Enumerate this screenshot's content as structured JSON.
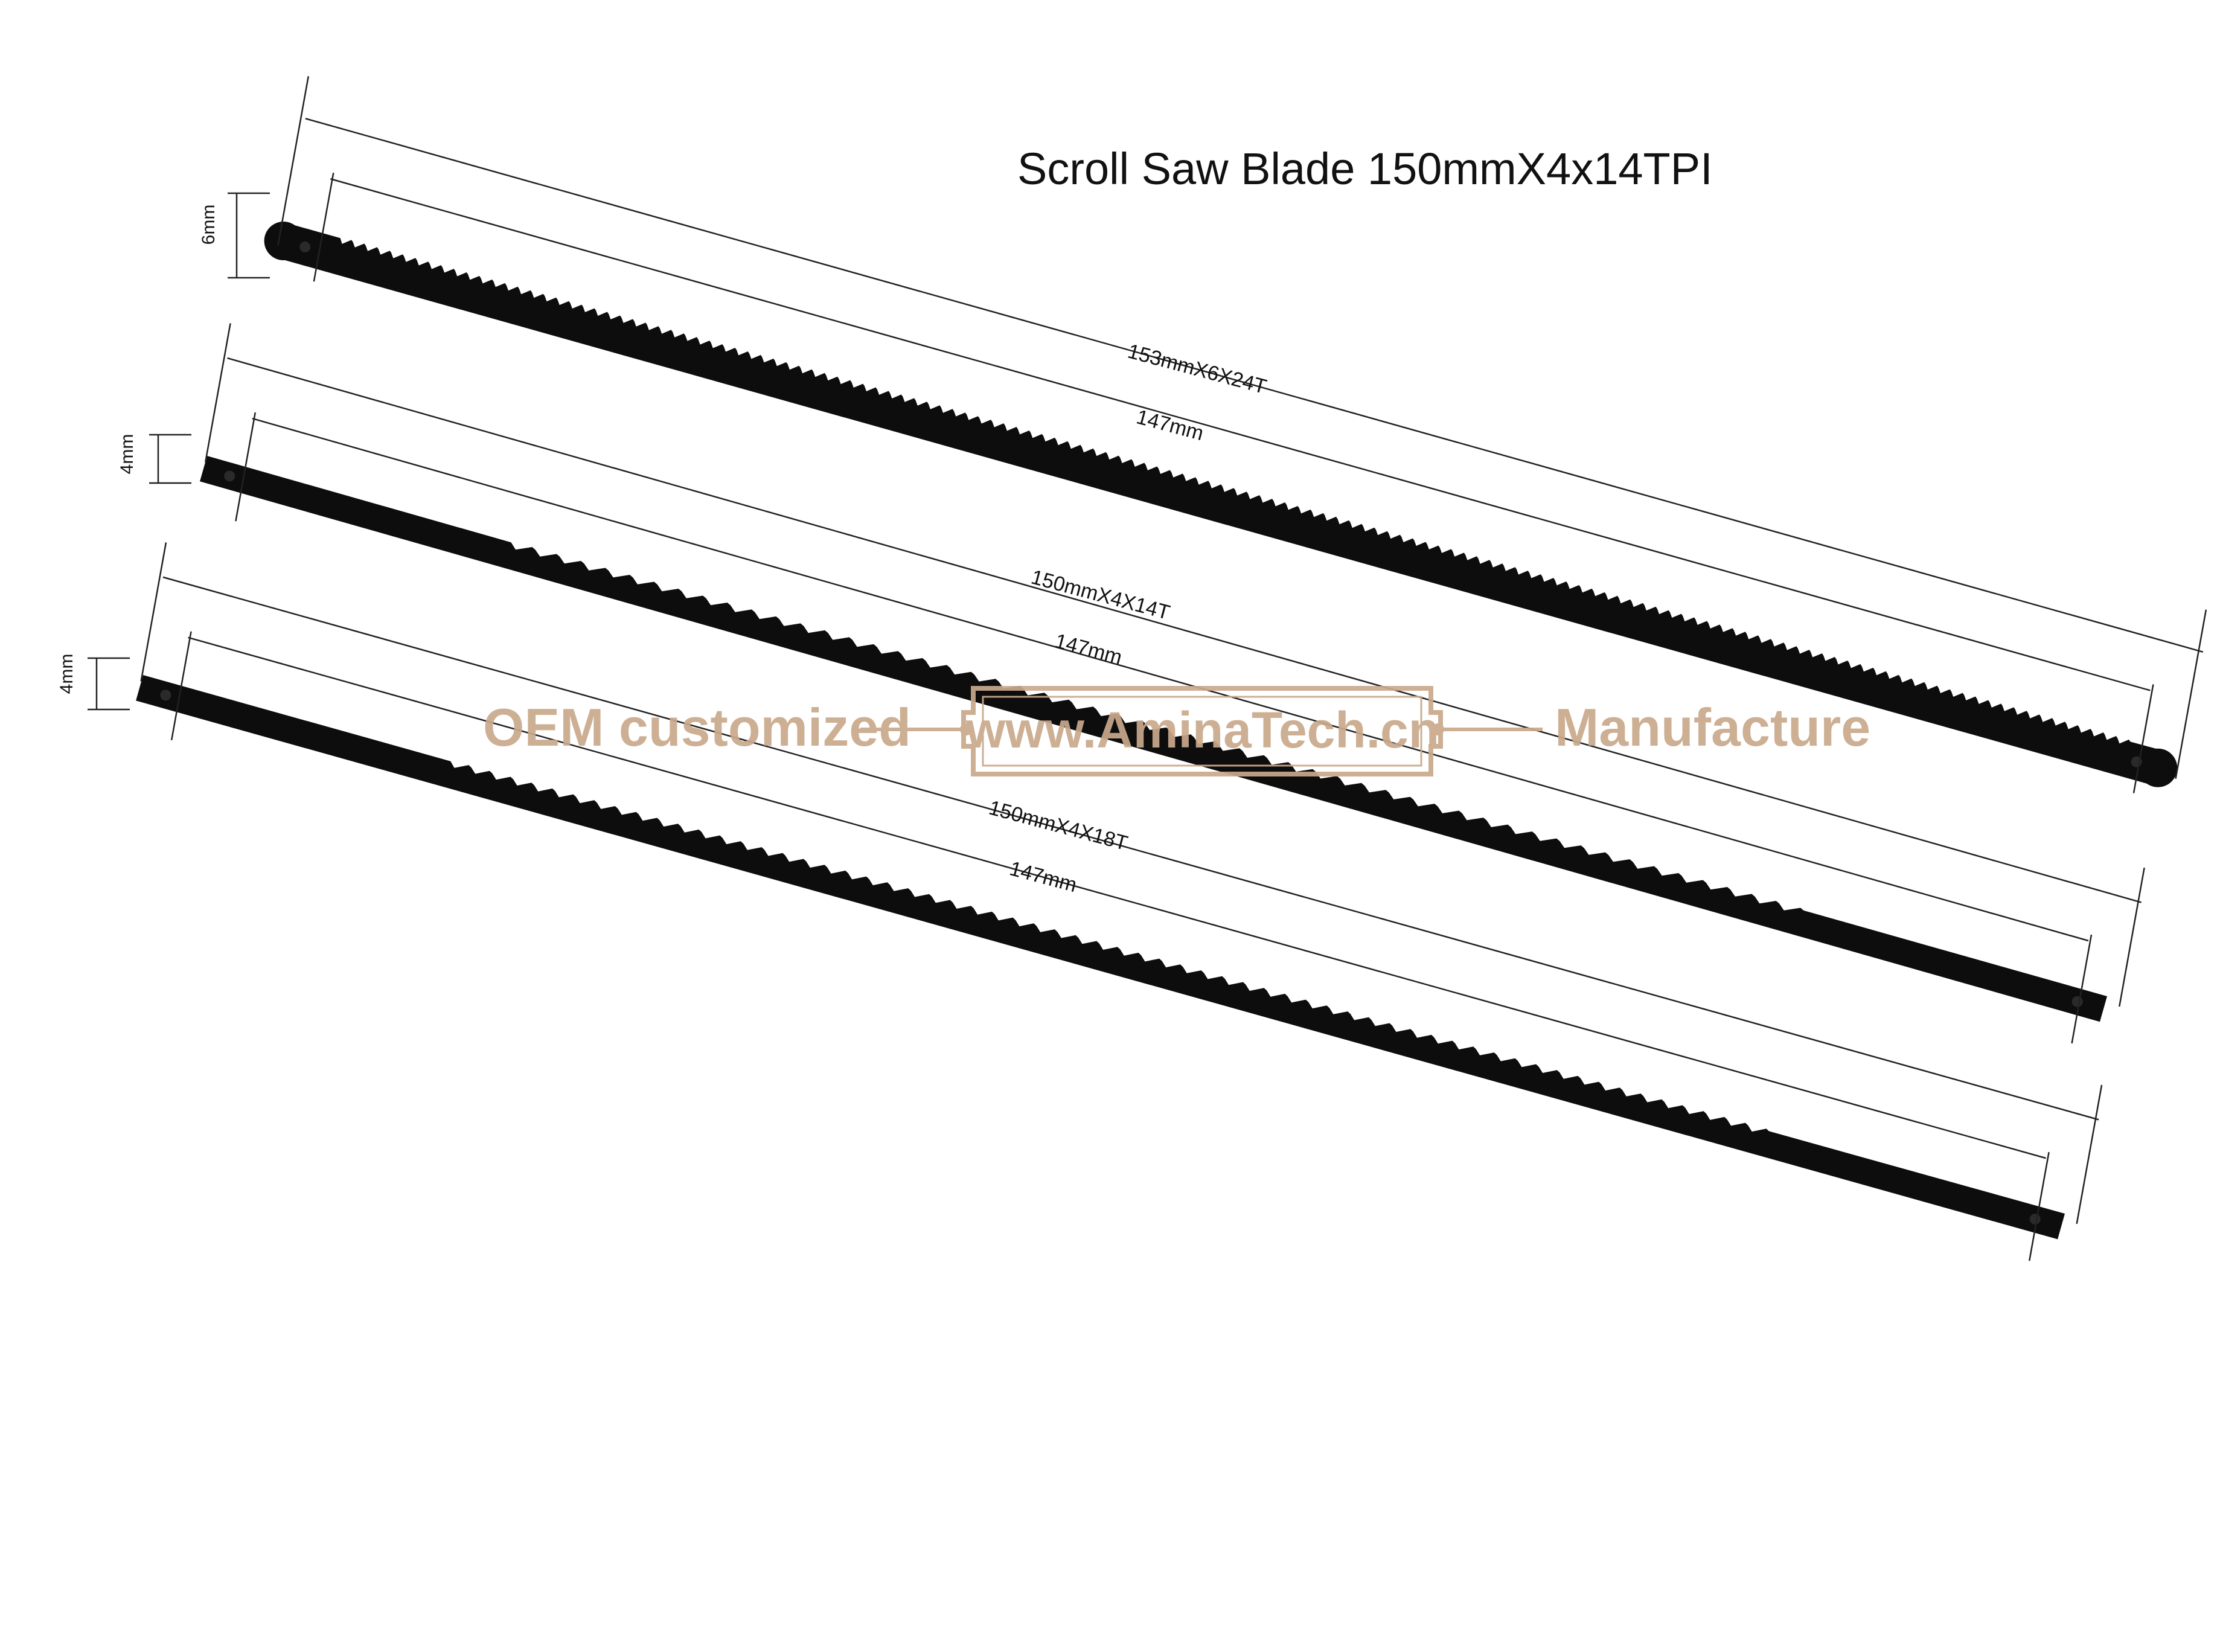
{
  "title": "Scroll Saw Blade 150mmX4x14TPI",
  "blades": [
    {
      "spec": "153mmX6X24T",
      "inner_length": "147mm",
      "width": "6mm",
      "teeth_per_inch": 24
    },
    {
      "spec": "150mmX4X14T",
      "inner_length": "147mm",
      "width": "4mm",
      "teeth_per_inch": 14
    },
    {
      "spec": "150mmX4X18T",
      "inner_length": "147mm",
      "width": "4mm",
      "teeth_per_inch": 18
    }
  ],
  "watermark": {
    "left": "OEM customized",
    "center": "www.AminaTech.cn",
    "right": "Manufacture",
    "color": "#c9a98c"
  },
  "colors": {
    "blade": "#0d0d0d",
    "dimension_line": "#222222",
    "text": "#111111"
  }
}
